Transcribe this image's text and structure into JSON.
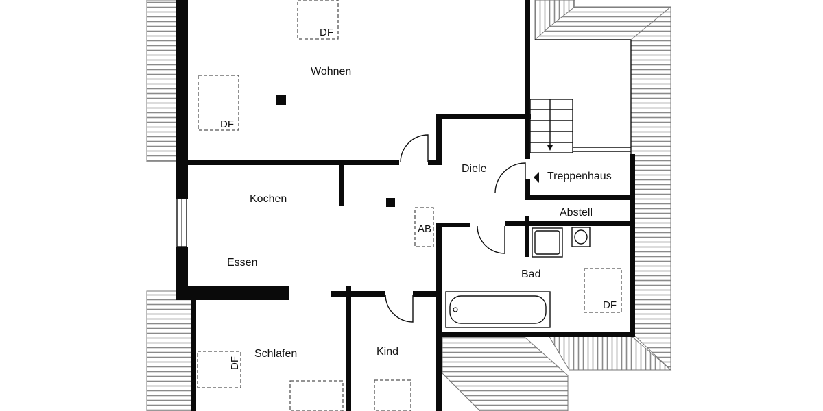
{
  "floorplan": {
    "rooms": {
      "wohnen": "Wohnen",
      "kochen": "Kochen",
      "essen": "Essen",
      "diele": "Diele",
      "treppenhaus": "Treppenhaus",
      "abstell": "Abstell",
      "bad": "Bad",
      "schlafen": "Schlafen",
      "kind": "Kind"
    },
    "markers": {
      "df": "DF",
      "ab": "AB"
    }
  }
}
